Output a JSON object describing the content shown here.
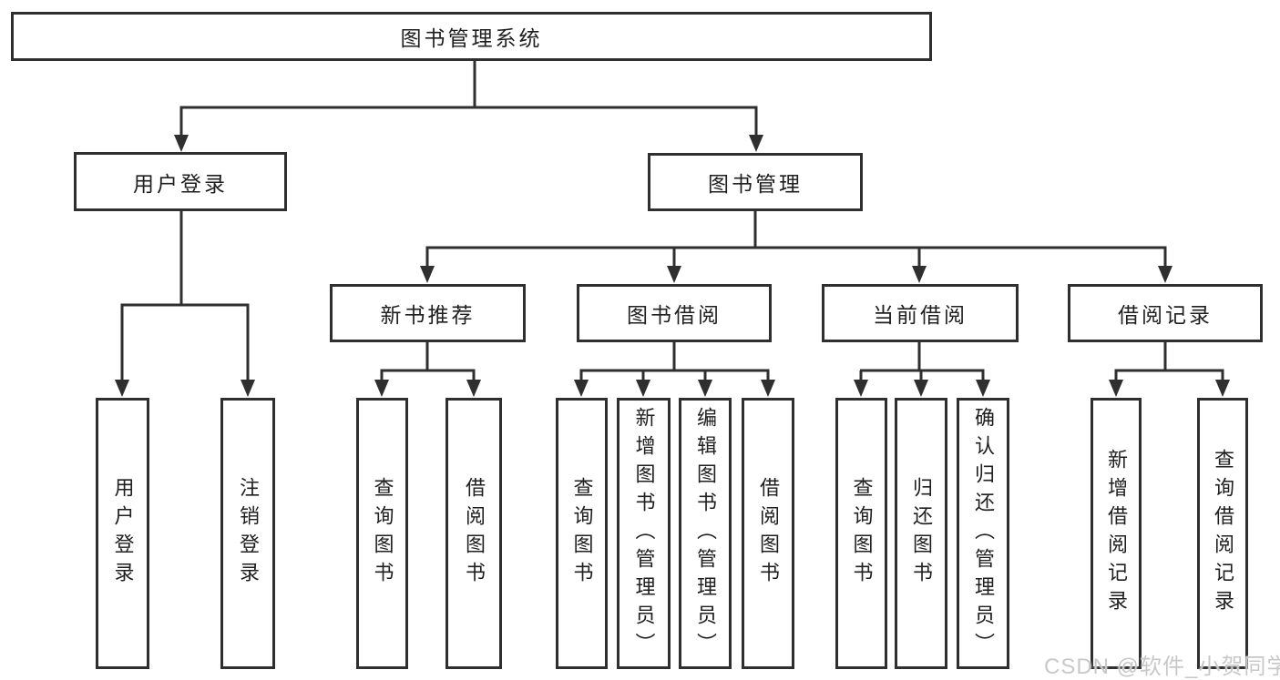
{
  "tree": {
    "root": {
      "label": "图书管理系统"
    },
    "level2": [
      {
        "label": "用户登录",
        "children": [
          {
            "label": "用户登录"
          },
          {
            "label": "注销登录"
          }
        ]
      },
      {
        "label": "图书管理",
        "children": [
          {
            "label": "新书推荐",
            "children": [
              {
                "label": "查询图书"
              },
              {
                "label": "借阅图书"
              }
            ]
          },
          {
            "label": "图书借阅",
            "children": [
              {
                "label": "查询图书"
              },
              {
                "label": "新增图书（管理员）"
              },
              {
                "label": "编辑图书（管理员）"
              },
              {
                "label": "借阅图书"
              }
            ]
          },
          {
            "label": "当前借阅",
            "children": [
              {
                "label": "查询图书"
              },
              {
                "label": "归还图书"
              },
              {
                "label": "确认归还（管理员）"
              }
            ]
          },
          {
            "label": "借阅记录",
            "children": [
              {
                "label": "新增借阅记录"
              },
              {
                "label": "查询借阅记录"
              }
            ]
          }
        ]
      }
    ]
  },
  "watermark": {
    "text": "CSDN @软件_小贺同学",
    "color": "#c8c8c8"
  },
  "colors": {
    "line": "#2f2f2f",
    "text": "#1f1f1f",
    "background": "#ffffff"
  }
}
